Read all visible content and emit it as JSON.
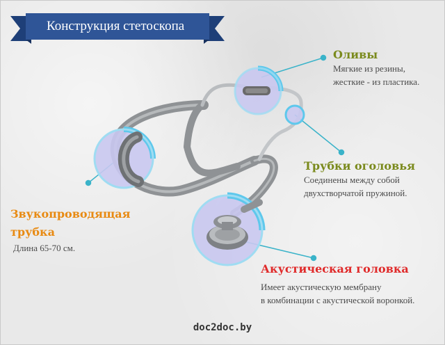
{
  "banner": {
    "title": "Конструкция стетоскопа"
  },
  "parts": {
    "olives": {
      "title": "Оливы",
      "lines": [
        "Мягкие из резины,",
        "жесткие - из пластика."
      ]
    },
    "tubes": {
      "title": "Трубки оголовья",
      "lines": [
        "Соединены между собой",
        "двухстворчатой пружиной."
      ]
    },
    "sound_tube": {
      "title_lines": [
        "Звукопроводящая",
        "трубка"
      ],
      "lines": [
        "Длина 65-70 см."
      ]
    },
    "head": {
      "title": "Акустическая головка",
      "lines": [
        "Имеет акустическую мембрану",
        "в комбинации с акустической воронкой."
      ]
    }
  },
  "footer": {
    "site": "doc2doc.by"
  },
  "colors": {
    "banner": "#2f5597",
    "olive_green": "#7a8a1c",
    "orange": "#e88a12",
    "red": "#e02a2a",
    "tube_gray": "#8f9295",
    "lens_fill": "#c9c8ef",
    "lens_ring": "#5ec8ec",
    "connector": "#3ab3c9"
  }
}
